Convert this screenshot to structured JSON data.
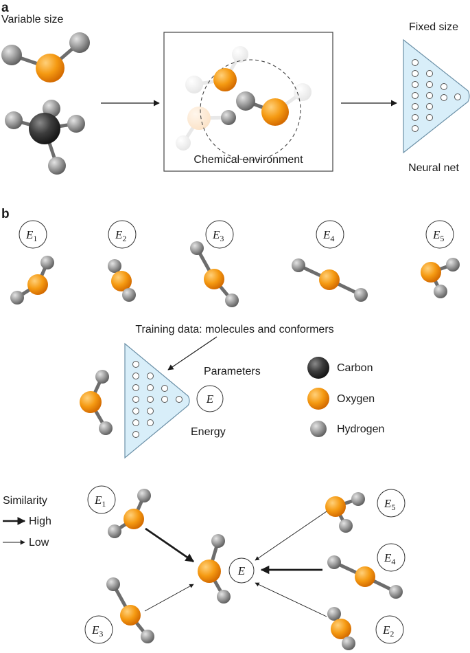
{
  "panel_a": {
    "label": "a",
    "variable_size": "Variable size",
    "fixed_size": "Fixed size",
    "chemical_environment": "Chemical environment",
    "neural_net": "Neural net"
  },
  "panel_b": {
    "label": "b",
    "energies": [
      {
        "base": "E",
        "sub": "1"
      },
      {
        "base": "E",
        "sub": "2"
      },
      {
        "base": "E",
        "sub": "3"
      },
      {
        "base": "E",
        "sub": "4"
      },
      {
        "base": "E",
        "sub": "5"
      }
    ],
    "training_data": "Training data: molecules and conformers",
    "parameters": "Parameters",
    "energy_symbol": "E",
    "energy": "Energy",
    "legend": [
      {
        "label": "Carbon",
        "color": "#3a3a3a"
      },
      {
        "label": "Oxygen",
        "color": "#f08a00"
      },
      {
        "label": "Hydrogen",
        "color": "#8a8a8a"
      }
    ]
  },
  "similarity": {
    "title": "Similarity",
    "high": "High",
    "low": "Low",
    "energies": [
      {
        "base": "E",
        "sub": "1"
      },
      {
        "base": "E",
        "sub": "3"
      },
      {
        "base": "E",
        "sub": "5"
      },
      {
        "base": "E",
        "sub": "4"
      },
      {
        "base": "E",
        "sub": "2"
      }
    ],
    "target": "E"
  },
  "colors": {
    "carbon": "#3a3a3a",
    "oxygen": "#f08a00",
    "hydrogen": "#8a8a8a",
    "bond": "#6d6d6d",
    "neural_net_fill": "#d8eef9",
    "neural_net_stroke": "#6a8fa6"
  }
}
